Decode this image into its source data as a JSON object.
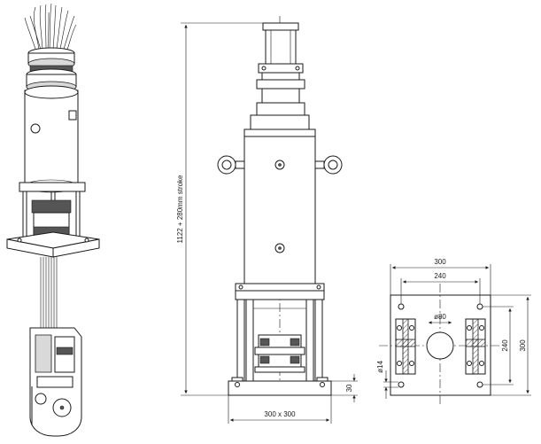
{
  "dimensions": {
    "height_stroke": "1122 + 280mm stroke",
    "base_size": "300 x 300",
    "base_thickness": "30",
    "plate_width": "300",
    "bolt_spacing_horizontal": "240",
    "bore_diameter": "ø80",
    "bolt_spacing_vertical": "240",
    "plate_height": "300",
    "bolt_hole_diameter": "ø14"
  }
}
